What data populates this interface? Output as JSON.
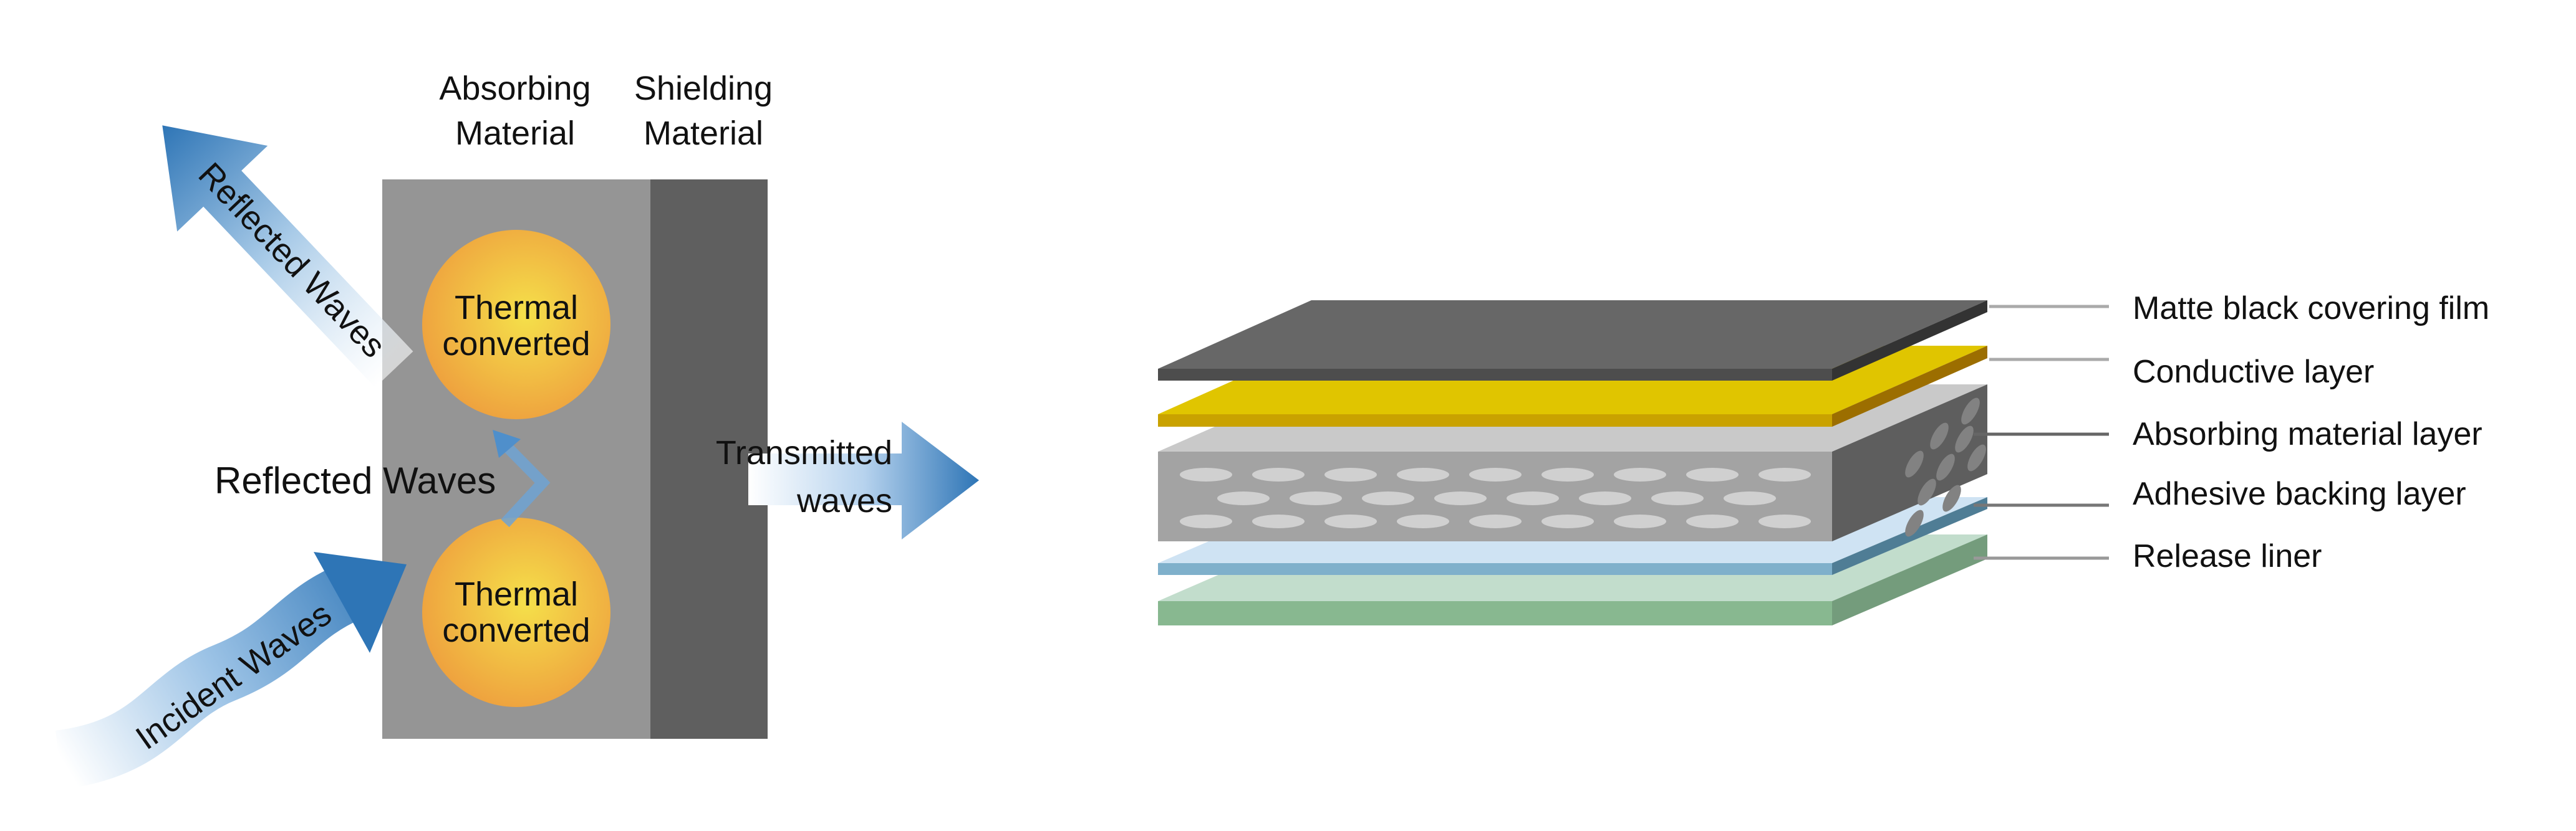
{
  "left_diagram": {
    "absorbing_label": [
      "Absorbing",
      "Material"
    ],
    "shielding_label": [
      "Shielding",
      "Material"
    ],
    "circles": [
      {
        "line1": "Thermal",
        "line2": "converted"
      },
      {
        "line1": "Thermal",
        "line2": "converted"
      }
    ],
    "reflected_top_label": "Reflected Waves",
    "reflected_inner_label": "Reflected Waves",
    "incident_label": "Incident Waves",
    "transmitted_label": [
      "Transmitted",
      "waves"
    ],
    "colors": {
      "absorbing": "#959595",
      "shielding": "#5f5f5f",
      "arrow": "#2e75b6",
      "circle_center": "#f5e04a",
      "circle_edge": "#f0a040"
    }
  },
  "right_diagram": {
    "layers": [
      {
        "label": "Matte black covering film",
        "color": "#676767"
      },
      {
        "label": "Conductive layer",
        "color": "#e0c500"
      },
      {
        "label": "Absorbing material layer",
        "color": "#a3a3a3"
      },
      {
        "label": "Adhesive backing layer",
        "color": "#cfe3f3"
      },
      {
        "label": "Release liner",
        "color": "#c2ddcc"
      }
    ]
  }
}
